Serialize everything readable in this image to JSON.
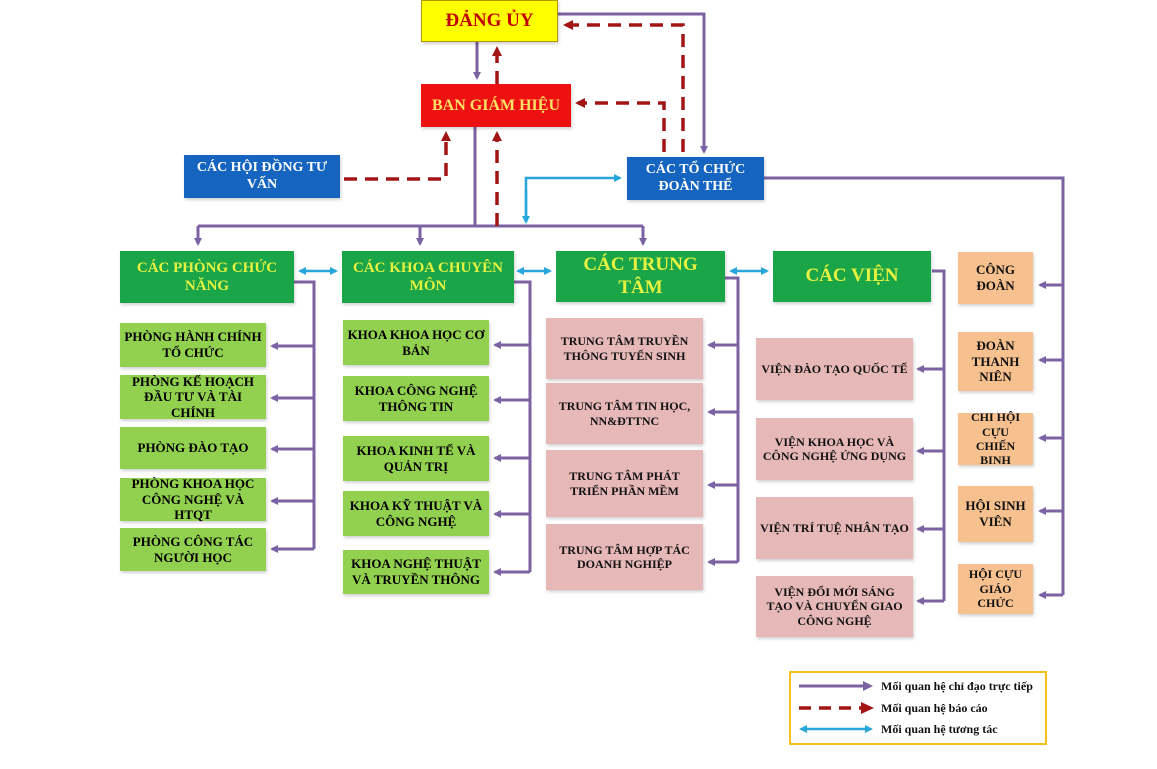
{
  "title": "Sơ đồ cơ cấu tổ chức",
  "colors": {
    "direct": "#7b62a3",
    "report": "#a31515",
    "interact": "#27a6dc",
    "party_committee": "#ffff00",
    "board": "#ee1111",
    "org_blue": "#1565c0",
    "group_green": "#1aa648",
    "unit_lightgreen": "#92d050",
    "unit_pink": "#e6b8b7",
    "unit_orange": "#f7c08f"
  },
  "top": {
    "party_committee": "ĐẢNG ỦY",
    "board": "BAN GIÁM HIỆU",
    "advisory": "CÁC HỘI ĐỒNG TƯ VẤN",
    "organizations": "CÁC TỔ CHỨC ĐOÀN THỂ"
  },
  "groups": {
    "offices": {
      "label": "CÁC PHÒNG CHỨC NĂNG",
      "items": [
        "PHÒNG HÀNH CHÍNH TỔ CHỨC",
        "PHÒNG KẾ HOẠCH ĐẦU TƯ VÀ TÀI CHÍNH",
        "PHÒNG ĐÀO TẠO",
        "PHÒNG KHOA HỌC CÔNG NGHỆ VÀ HTQT",
        "PHÒNG CÔNG TÁC NGƯỜI HỌC"
      ]
    },
    "faculties": {
      "label": "CÁC KHOA CHUYÊN MÔN",
      "items": [
        "KHOA KHOA HỌC CƠ BẢN",
        "KHOA CÔNG NGHỆ THÔNG TIN",
        "KHOA KINH TẾ VÀ QUẢN TRỊ",
        "KHOA KỸ THUẬT VÀ CÔNG NGHỆ",
        "KHOA NGHỆ THUẬT VÀ TRUYỀN THÔNG"
      ]
    },
    "centers": {
      "label": "CÁC TRUNG TÂM",
      "items": [
        "TRUNG TÂM TRUYỀN THÔNG TUYỂN SINH",
        "TRUNG TÂM TIN HỌC, NN&ĐTTNC",
        "TRUNG TÂM PHÁT TRIỂN PHẦN MỀM",
        "TRUNG TÂM HỢP TÁC DOANH NGHIỆP"
      ]
    },
    "institutes": {
      "label": "CÁC VIỆN",
      "items": [
        "VIỆN ĐÀO TẠO QUỐC TẾ",
        "VIỆN KHOA HỌC VÀ CÔNG NGHỆ ỨNG DỤNG",
        "VIỆN TRÍ TUỆ NHÂN TẠO",
        "VIỆN ĐỔI MỚI SÁNG TẠO VÀ CHUYỂN GIAO CÔNG NGHỆ"
      ]
    },
    "unions": {
      "items": [
        "CÔNG ĐOÀN",
        "ĐOÀN THANH NIÊN",
        "CHI HỘI CỰU CHIẾN BINH",
        "HỘI SINH VIÊN",
        "HỘI CỰU GIÁO CHỨC"
      ]
    }
  },
  "legend": {
    "direct": "Mối quan hệ chỉ đạo trực tiếp",
    "report": "Mối quan hệ báo cáo",
    "interact": "Mối quan hệ tương tác"
  }
}
